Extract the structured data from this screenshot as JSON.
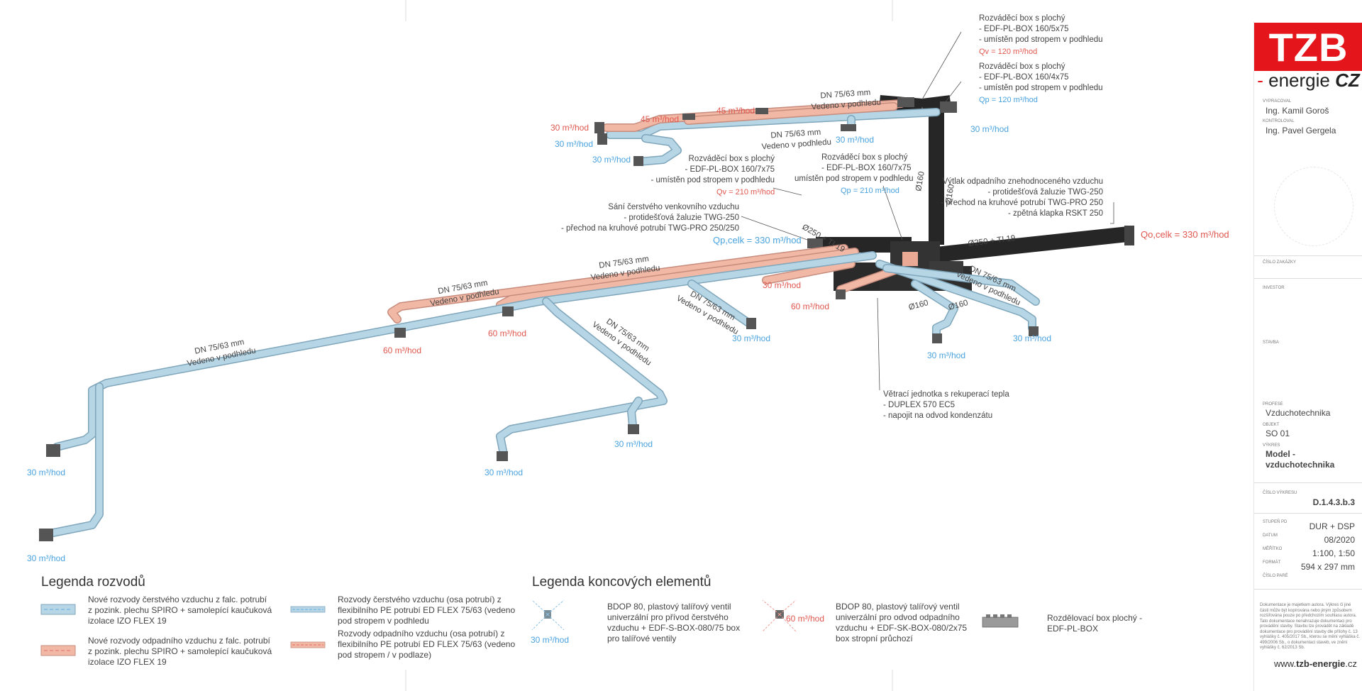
{
  "colors": {
    "fresh_air": "#b6d6e6",
    "exhaust_air": "#f1b8a6",
    "accent_red": "#e4161b",
    "black_duct": "#262626"
  },
  "labels": {
    "box1": [
      "Rozváděcí box s plochý",
      "- EDF-PL-BOX 160/5x75",
      "- umístěn pod stropem v podhledu"
    ],
    "box1_q": "Qv = 120 m³/hod",
    "box2": [
      "Rozváděcí box s plochý",
      "- EDF-PL-BOX 160/4x75",
      "- umístěn pod stropem v podhledu"
    ],
    "box2_q": "Qp = 120 m³/hod",
    "box3": [
      "Rozváděcí box s plochý",
      "- EDF-PL-BOX 160/7x75",
      "- umístěn pod stropem v podhledu"
    ],
    "box3_q": "Qv = 210 m³/hod",
    "box4": [
      "Rozváděcí box s plochý",
      "- EDF-PL-BOX 160/7x75",
      "umístěn pod stropem v podhledu"
    ],
    "box4_q": "Qp = 210 m³/hod",
    "intake": [
      "Sání čerstvého venkovního vzduchu",
      "- protidešťová žaluzie TWG-250",
      "- přechod na kruhové potrubí TWG-PRO 250/250"
    ],
    "intake_q": "Qp,celk = 330 m³/hod",
    "exhaust": [
      "Výtlak odpadního znehodnoceného vzduchu",
      "- protidešťová žaluzie TWG-250",
      "- přechod na kruhové potrubí TWG-PRO 250",
      "- zpětná klapka RSKT 250"
    ],
    "exhaust_q": "Qo,celk = 330 m³/hod",
    "unit": [
      "Větrací jednotka s rekuperací tepla",
      "- DUPLEX 570 EC5",
      "- napojit na odvod kondenzátu"
    ],
    "dn": "DN 75/63 mm",
    "dn_sub": "Vedeno v podhledu",
    "d250": "Ø250 + TI 19",
    "d160": "Ø160",
    "f30": "30 m³/hod",
    "f45": "45 m³/hod",
    "f60": "60 m³/hod"
  },
  "legend": {
    "title_rozvody": "Legenda rozvodů",
    "title_koncove": "Legenda koncových elementů",
    "item1": "Nové rozvody čerstvého vzduchu z falc. potrubí z pozink. plechu SPIRO + samolepící kaučuková izolace IZO FLEX 19",
    "item2": "Nové rozvody odpadního vzduchu z falc. potrubí z pozink. plechu SPIRO  + samolepící kaučuková izolace IZO FLEX 19",
    "item3": "Rozvody čerstvého vzduchu (osa potrubí) z flexibilního PE potrubí ED FLEX 75/63 (vedeno pod stropem v podhledu",
    "item4": "Rozvody odpadního vzduchu (osa potrubí) z flexibilního PE potrubí ED FLEX 75/63 (vedeno pod stropem / v podlaze)",
    "el1_flow": "30 m³/hod",
    "el1": "BDOP 80, plastový talířový ventil univerzální pro přívod čerstvého vzduchu + EDF-S-BOX-080/75 box pro talířové ventily",
    "el2_flow": "60 m³/hod",
    "el2": "BDOP 80, plastový talířový ventil univerzální pro odvod odpadního vzduchu + EDF-SK-BOX-080/2x75 box stropní průchozí",
    "el3": "Rozdělovací box plochý - EDF-PL-BOX"
  },
  "titleblock": {
    "logo": "TZB",
    "logo_dash": "-",
    "logo_sub": "energie",
    "logo_cz": "CZ",
    "vypracoval_lbl": "Vypracoval",
    "vypracoval": "Ing. Kamil Goroš",
    "kontroloval_lbl": "Kontroloval",
    "kontroloval": "Ing. Pavel Gergela",
    "cislo_zakazky_lbl": "Číslo zakázky",
    "investor_lbl": "Investor",
    "stavba_lbl": "Stavba",
    "profese_lbl": "Profese",
    "profese": "Vzduchotechnika",
    "objekt_lbl": "Objekt",
    "objekt": "SO 01",
    "vykres_lbl": "Výkres",
    "vykres_1": "Model -",
    "vykres_2": "vzduchotechnika",
    "cislo_vykresu_lbl": "Číslo výkresu",
    "cislo_vykresu": "D.1.4.3.b.3",
    "stupen_lbl": "Stupeň PD",
    "stupen": "DUR + DSP",
    "datum_lbl": "Datum",
    "datum": "08/2020",
    "meritko_lbl": "Měřítko",
    "meritko": "1:100, 1:50",
    "format_lbl": "Formát",
    "format": "594 x 297 mm",
    "cislo_pare_lbl": "Číslo paré",
    "note": "Dokumentace je majetkem autora. Výkres či jiné části může být kopírována nebo jiným způsobem rozšiřována pouze po předchozím souhlasu autora. Tato dokumentace nenahrazuje dokumentaci pro provádění stavby. Stavbu lze provádět na základě dokumentace pro provádění stavby dle přílohy č. 13 vyhlášky č. 405/2017 Sb., kterou se mění vyhláška č. 499/2006 Sb., o dokumentaci staveb, ve znění vyhlášky č. 62/2013 Sb.",
    "web_pre": "www.",
    "web_bold": "tzb-energie",
    "web_post": ".cz"
  }
}
